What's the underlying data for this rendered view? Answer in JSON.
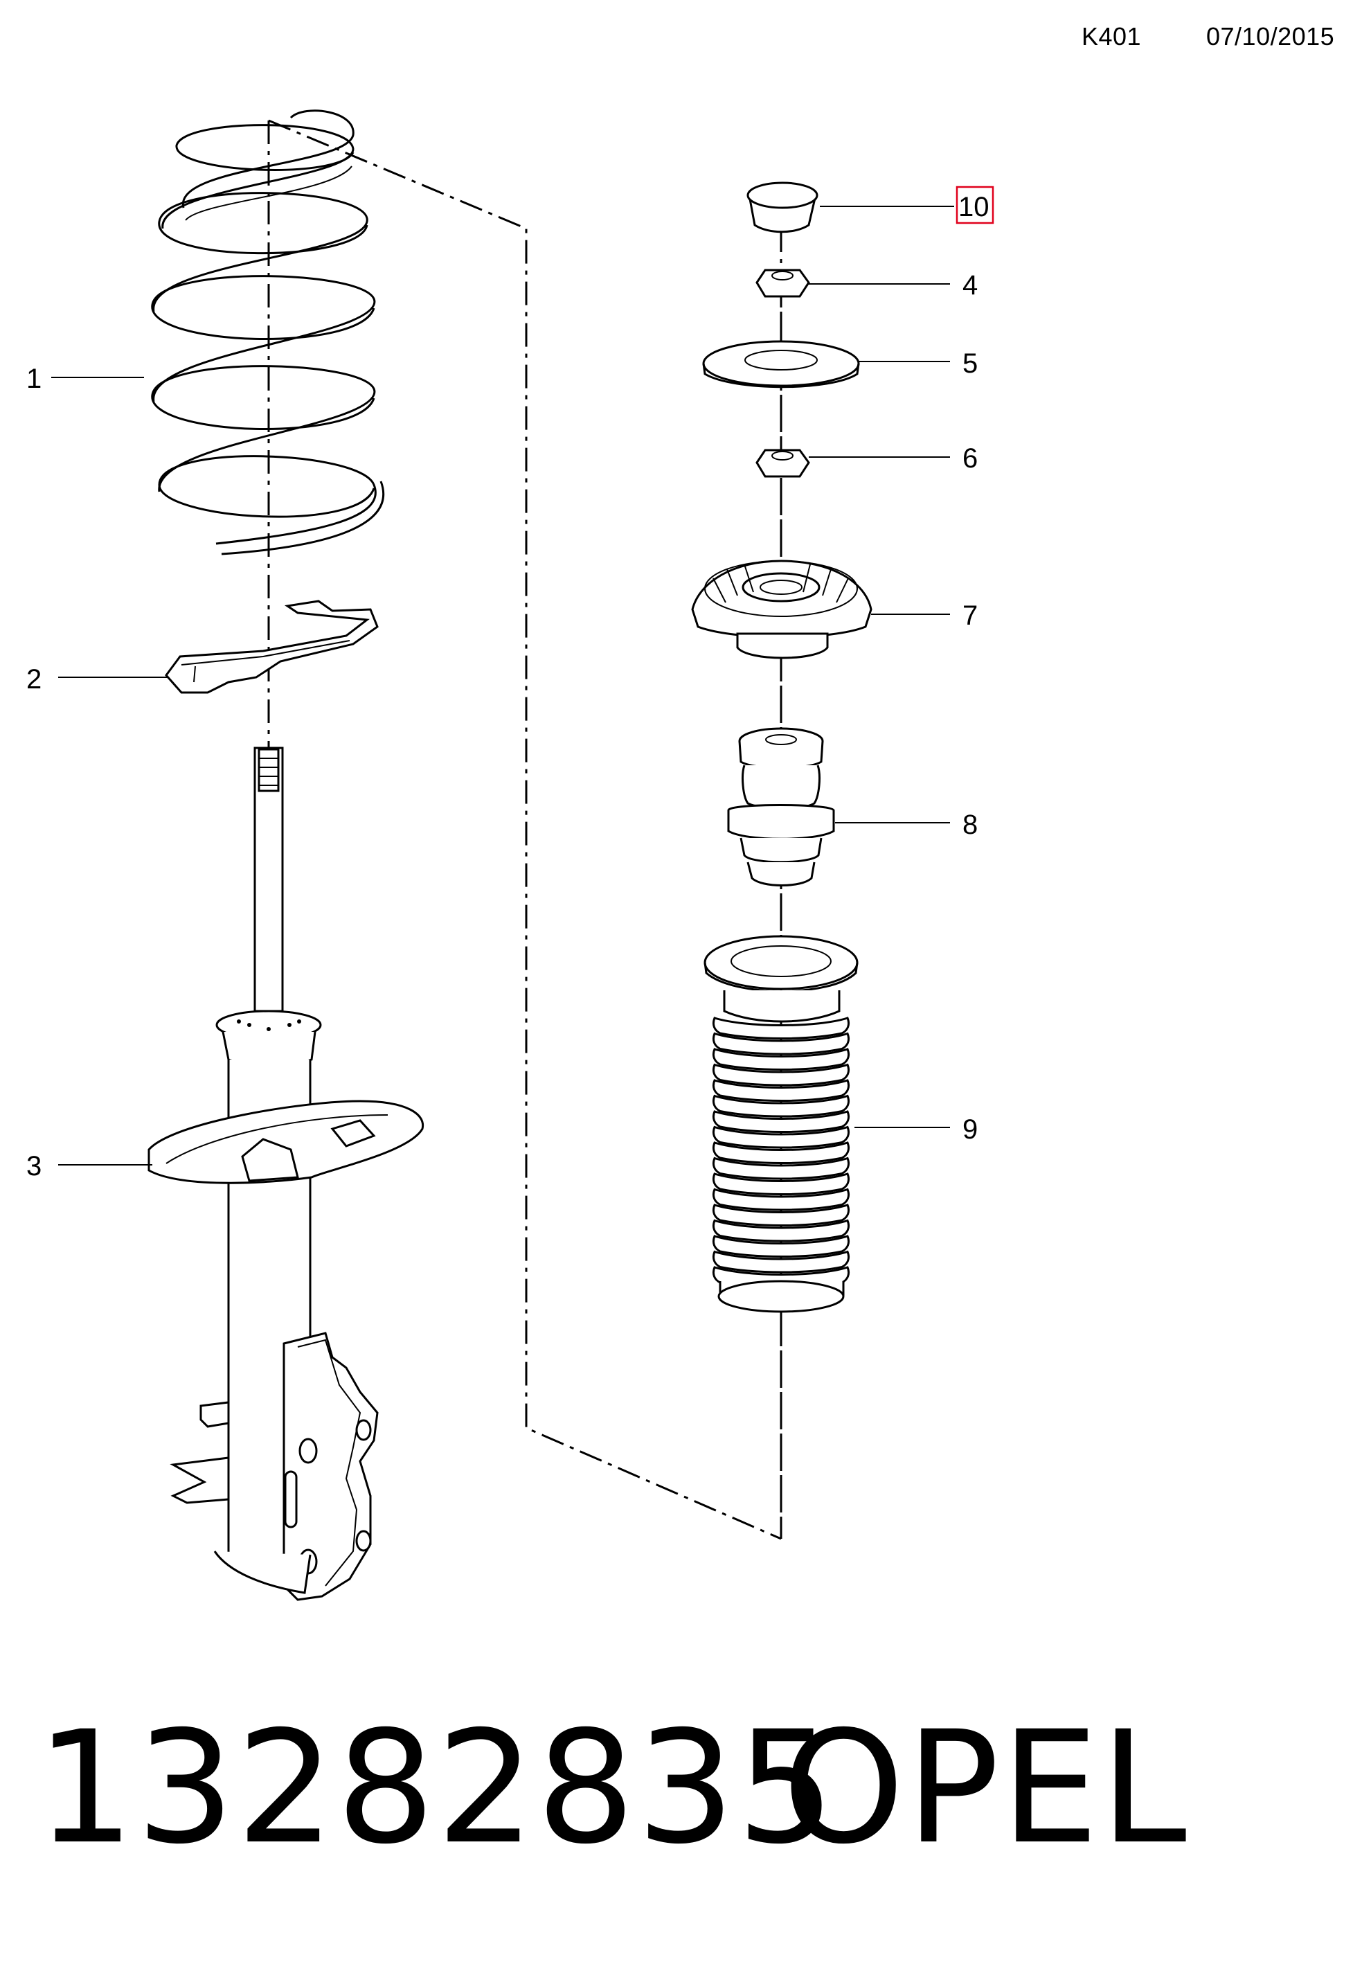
{
  "header": {
    "code": "K401",
    "date": "07/10/2015"
  },
  "callouts": [
    {
      "id": "1",
      "label": "1"
    },
    {
      "id": "2",
      "label": "2"
    },
    {
      "id": "3",
      "label": "3"
    },
    {
      "id": "4",
      "label": "4"
    },
    {
      "id": "5",
      "label": "5"
    },
    {
      "id": "6",
      "label": "6"
    },
    {
      "id": "7",
      "label": "7"
    },
    {
      "id": "8",
      "label": "8"
    },
    {
      "id": "9",
      "label": "9"
    },
    {
      "id": "10",
      "label": "10",
      "highlight_color": "#e0001b"
    }
  ],
  "footer": {
    "part_number": "13282835",
    "brand": "OPEL"
  }
}
